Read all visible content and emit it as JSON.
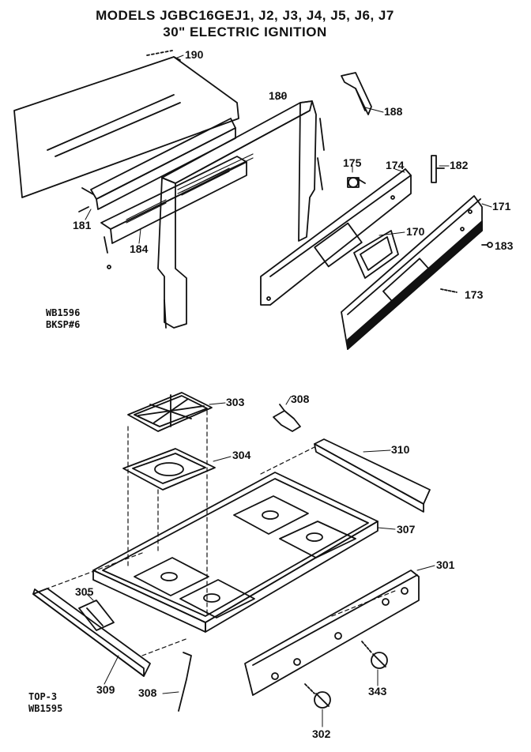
{
  "header": {
    "title_line1": "MODELS JGBC16GEJ1, J2, J3, J4, J5, J6, J7",
    "title_line2": "30\" ELECTRIC IGNITION"
  },
  "notes": {
    "backsplash_code": "WB1596",
    "backsplash_label": "BKSP#6",
    "top_label": "TOP-3",
    "top_code": "WB1595"
  },
  "callouts": {
    "p190": "190",
    "p180": "180",
    "p188": "188",
    "p175": "175",
    "p174": "174",
    "p182": "182",
    "p171": "171",
    "p181": "181",
    "p184": "184",
    "p170": "170",
    "p183": "183",
    "p173": "173",
    "p303": "303",
    "p308a": "308",
    "p304": "304",
    "p310": "310",
    "p307": "307",
    "p301": "301",
    "p305": "305",
    "p309": "309",
    "p308b": "308",
    "p343": "343",
    "p302": "302"
  }
}
